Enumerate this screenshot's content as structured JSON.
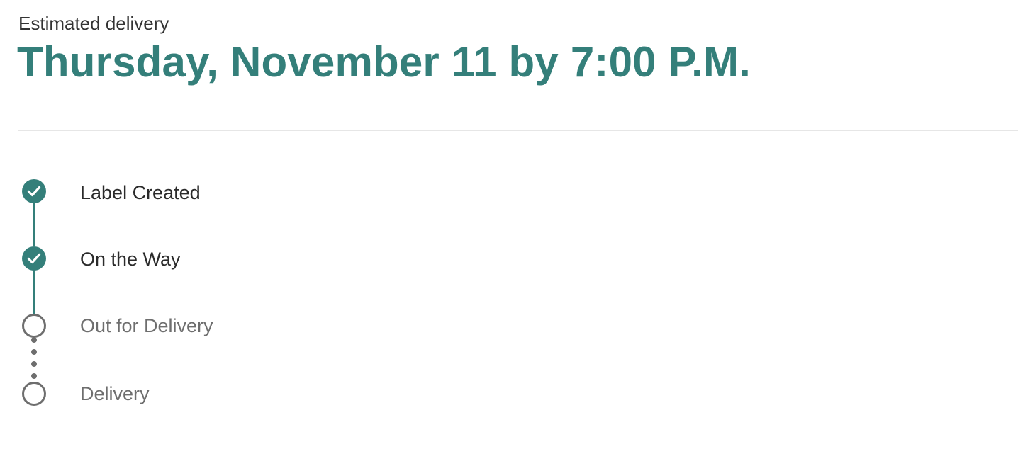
{
  "delivery": {
    "estimated_label": "Estimated delivery",
    "estimated_date": "Thursday, November 11 by 7:00 P.M."
  },
  "timeline": {
    "steps": [
      {
        "label": "Label Created",
        "status": "completed",
        "icon": "check-icon"
      },
      {
        "label": "On the Way",
        "status": "completed",
        "icon": "check-icon"
      },
      {
        "label": "Out for Delivery",
        "status": "pending",
        "icon": "empty-circle-icon"
      },
      {
        "label": "Delivery",
        "status": "pending",
        "icon": "empty-circle-icon"
      }
    ]
  },
  "colors": {
    "accent": "#347f7a",
    "pending": "#6e6e6e",
    "divider": "#e6e6e6"
  }
}
